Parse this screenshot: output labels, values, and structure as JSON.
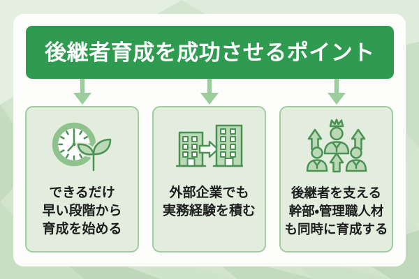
{
  "header": {
    "title": "後継者育成を成功させるポイント"
  },
  "arrow_icon": "down-arrow-icon",
  "cards": [
    {
      "name": "card-early-development",
      "icon": "clock-sprout-icon",
      "lines": [
        "できるだけ",
        "早い段階から",
        "育成を始める"
      ]
    },
    {
      "name": "card-external-experience",
      "icon": "buildings-transfer-icon",
      "lines": [
        "外部企業でも",
        "実務経験を積む"
      ]
    },
    {
      "name": "card-support-staff",
      "icon": "team-crown-icon",
      "lines": [
        "後継者を支える",
        "幹部・管理職人材",
        "も同時に育成する"
      ]
    }
  ],
  "colors": {
    "header_green": "#2f9b51",
    "arrow_green": "#9bcd9d",
    "card_fill": "#e2edde",
    "card_border": "#a3cba2",
    "panel_white": "#fdfdfb",
    "bg_green": "#d2e4ce",
    "icon_dark": "#4a9154",
    "icon_fill": "#bcd9b7",
    "ring_green": "#8fc28c",
    "text_black": "#1d1d1d"
  }
}
